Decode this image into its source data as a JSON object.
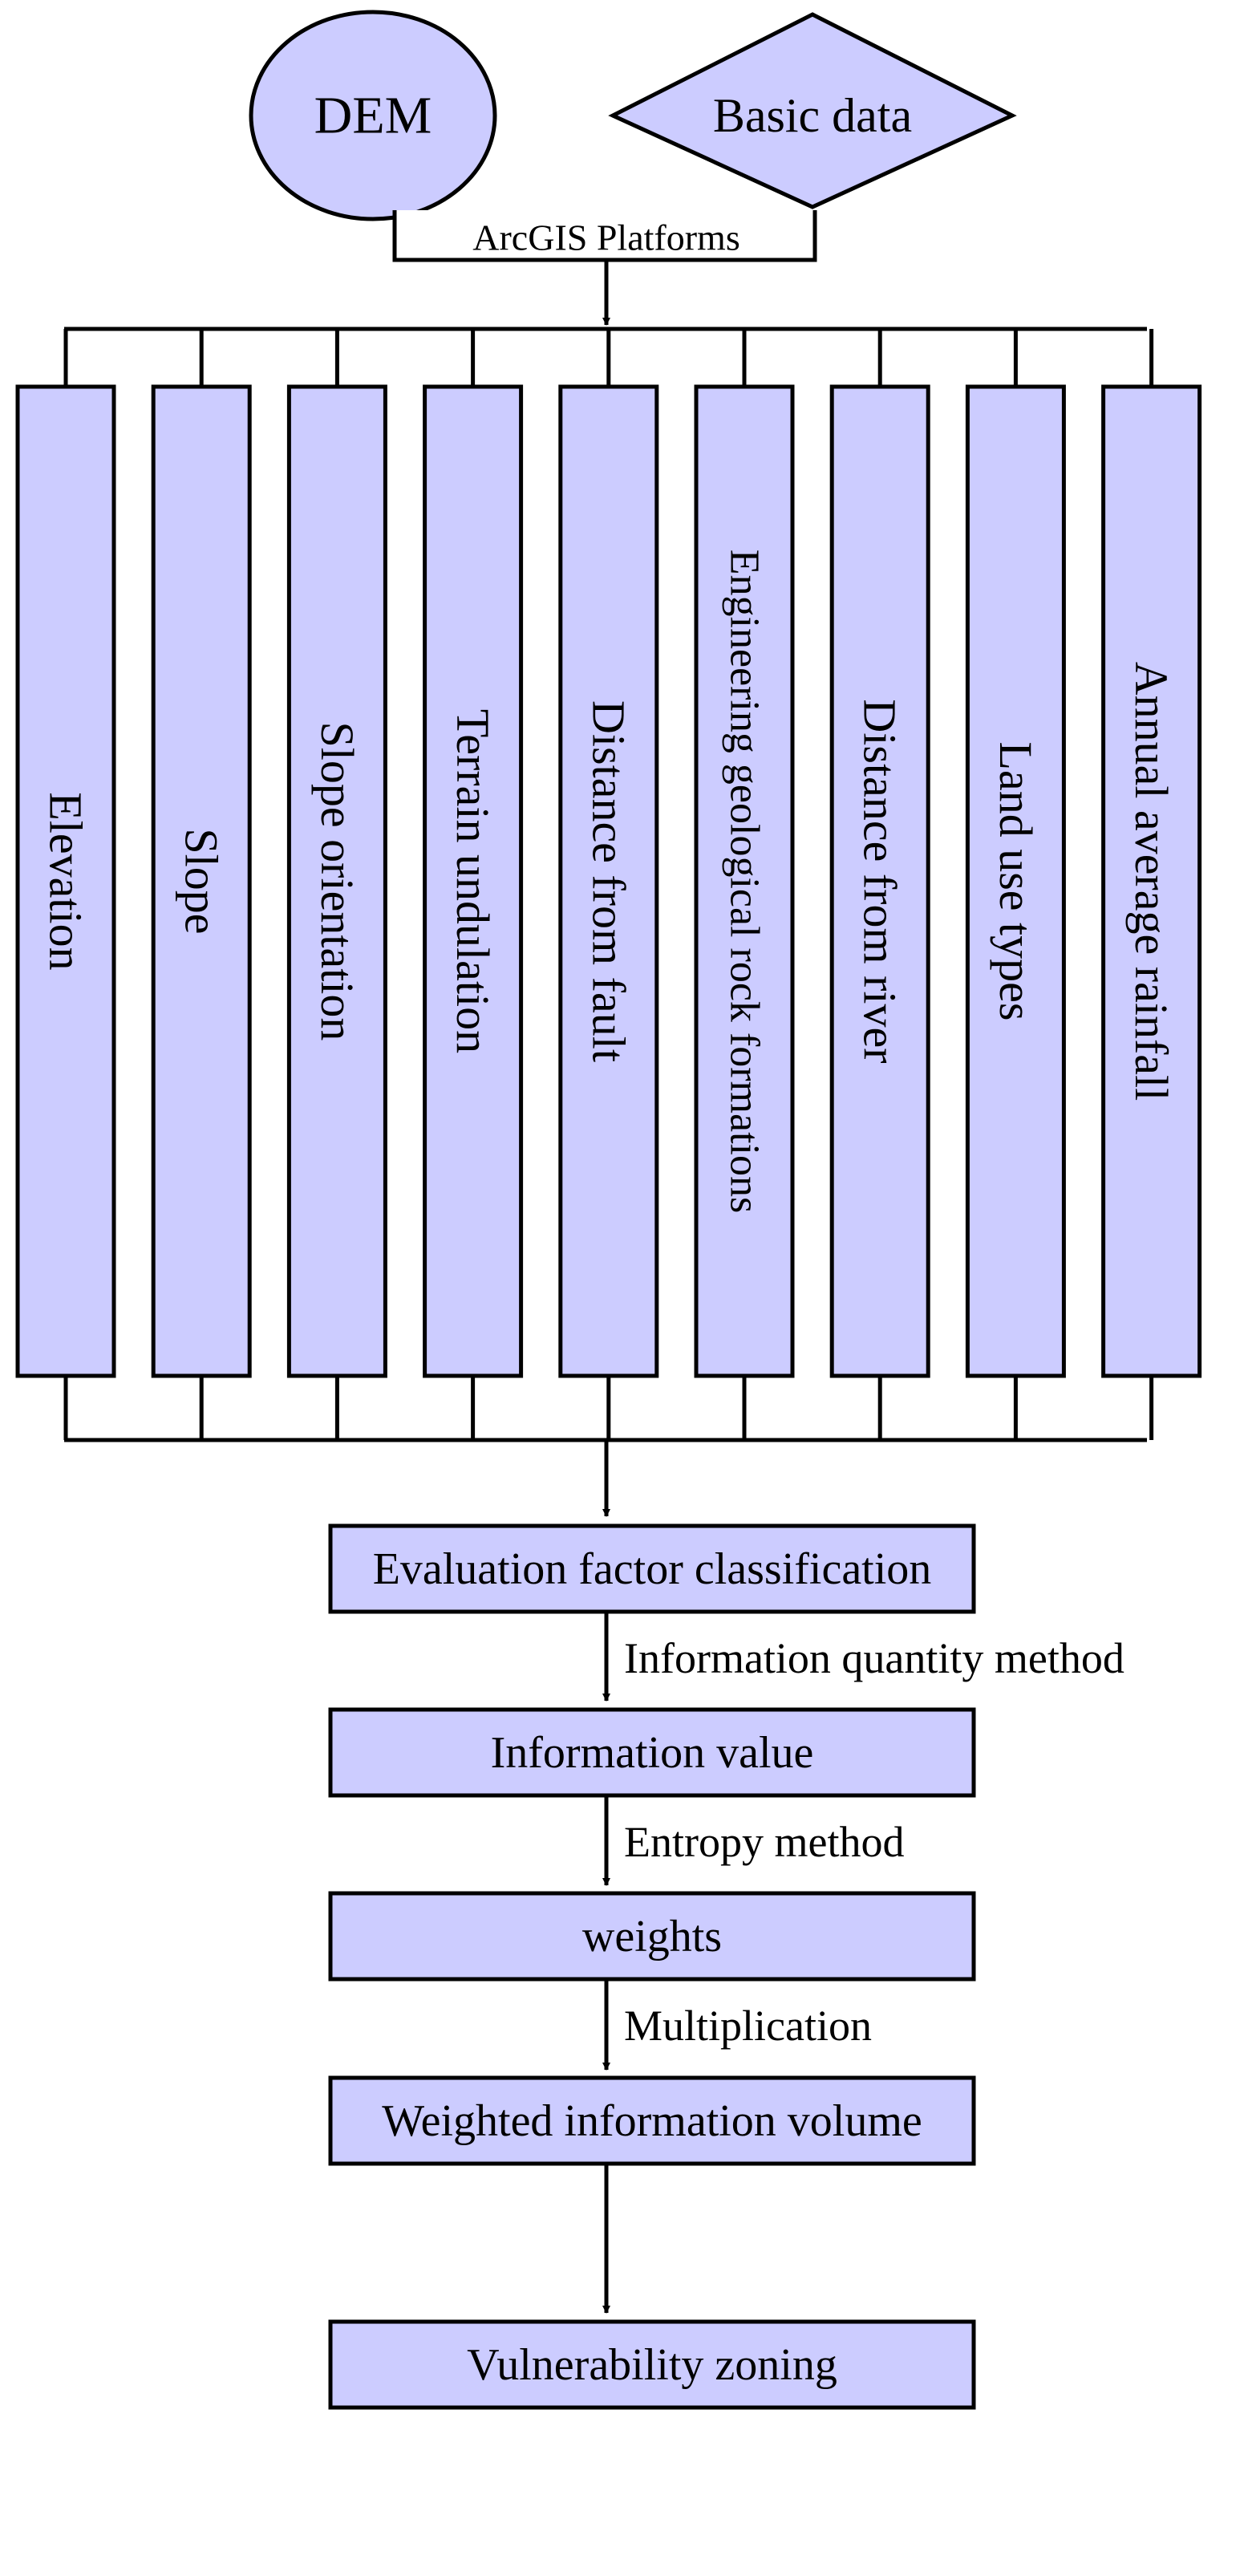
{
  "sources": {
    "dem": "DEM",
    "basic_data": "Basic data"
  },
  "platform": "ArcGIS Platforms",
  "factors": [
    "Elevation",
    "Slope",
    "Slope orientation",
    "Terrain undulation",
    "Distance from fault",
    "Engineering geological rock formations",
    "Distance from river",
    "Land use types",
    "Annual average rainfall"
  ],
  "steps": [
    "Evaluation factor classification",
    "Information value",
    "weights",
    "Weighted information volume",
    "Vulnerability zoning"
  ],
  "methods": [
    "Information quantity method",
    "Entropy method",
    "Multiplication",
    ""
  ],
  "colors": {
    "fill": "#ccccff",
    "stroke": "#000000",
    "background": "#ffffff"
  }
}
